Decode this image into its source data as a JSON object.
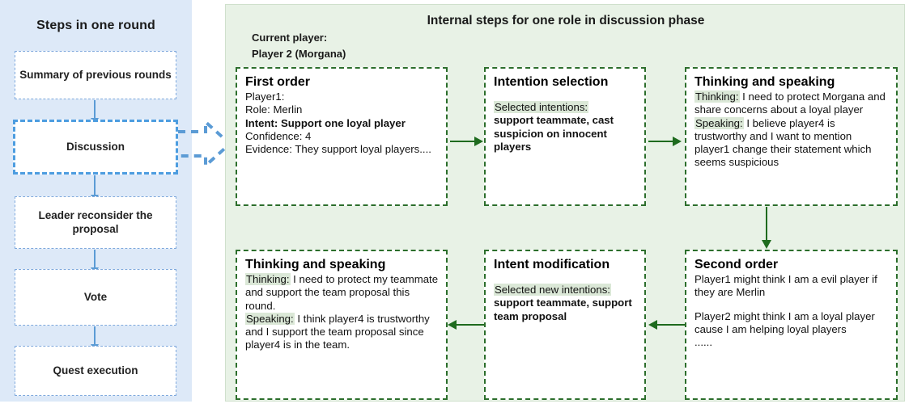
{
  "left_panel": {
    "title": "Steps in one round",
    "steps": [
      {
        "label": "Summary of previous rounds",
        "highlighted": false
      },
      {
        "label": "Discussion",
        "highlighted": true
      },
      {
        "label": "Leader reconsider the proposal",
        "highlighted": false
      },
      {
        "label": "Vote",
        "highlighted": false
      },
      {
        "label": "Quest execution",
        "highlighted": false
      }
    ],
    "bg_color": "#dde9f8",
    "accent_color": "#4d9de0"
  },
  "link_arrow": {
    "name": "dashed-chevron-arrow",
    "color": "#5b9bd5"
  },
  "right_panel": {
    "title": "Internal steps for one role in discussion phase",
    "current_player_label": "Current player:",
    "current_player_value": "Player 2 (Morgana)",
    "bg_color": "#e8f2e6",
    "accent_color": "#2c6e2c",
    "highlight_color": "#dbe8d7",
    "boxes": {
      "first_order": {
        "title": "First order",
        "line1": "Player1:",
        "line2": "Role: Merlin",
        "line3_bold": "Intent: Support one loyal player",
        "line4": "Confidence: 4",
        "line5": "Evidence: They support loyal players...."
      },
      "intention_selection": {
        "title": "Intention selection",
        "label": "Selected intentions:",
        "value": "support teammate, cast suspicion on innocent players"
      },
      "thinking_speaking_top": {
        "title": "Thinking and speaking",
        "thinking_label": "Thinking:",
        "thinking_text": " I need to protect Morgana and share concerns about a loyal player",
        "speaking_label": "Speaking:",
        "speaking_text": " I believe player4 is trustworthy and I want to mention player1 change their statement which seems suspicious"
      },
      "second_order": {
        "title": "Second order",
        "para1": "Player1 might think I am a evil player if they are Merlin",
        "para2": "Player2 might think I am a loyal player cause I am helping loyal players",
        "para3": "......"
      },
      "intent_modification": {
        "title": "Intent modification",
        "label": "Selected new intentions:",
        "value": "support teammate, support team proposal"
      },
      "thinking_speaking_bottom": {
        "title": "Thinking and speaking",
        "thinking_label": "Thinking:",
        "thinking_text": " I need to protect my teammate and support the team proposal this round.",
        "speaking_label": "Speaking:",
        "speaking_text": " I think player4 is trustworthy and I support the team proposal since player4 is in the team."
      }
    }
  }
}
